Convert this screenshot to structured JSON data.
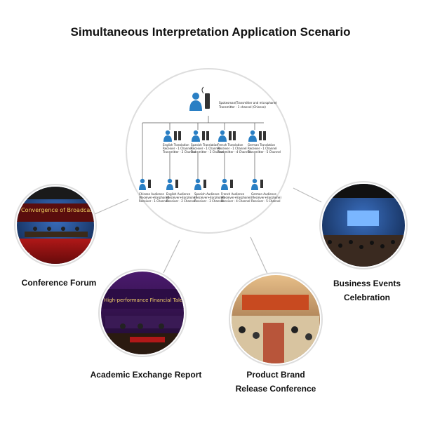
{
  "title": "Simultaneous Interpretation Application Scenario",
  "spokesman": {
    "line1": "Spokesman(Transmitter and microphone)",
    "line2": "Transmitter - 1 channel (Chinese)"
  },
  "translators": [
    {
      "line1": "English Translation",
      "line2": "Receiver - 1 Channel",
      "line3": "Transmitter - 2 Channel"
    },
    {
      "line1": "Spanish Translation",
      "line2": "Receiver - 1 Channel",
      "line3": "Transmitter - 3 Channel"
    },
    {
      "line1": "French Translation",
      "line2": "Receiver - 1 Channel",
      "line3": "Transmitter - 4 Channel"
    },
    {
      "line1": "German Translation",
      "line2": "Receiver - 1 Channel",
      "line3": "Transmitter - 5 Channel"
    }
  ],
  "audiences": [
    {
      "line1": "Chinese Audience",
      "line2": "(Receiver+Earphone)",
      "line3": "Receiver - 1 Channel"
    },
    {
      "line1": "English Audience",
      "line2": "(Receiver+Earphone)",
      "line3": "Receiver - 2 Channel"
    },
    {
      "line1": "Spanish Audience",
      "line2": "(Receiver+Earphone)",
      "line3": "Receiver - 3 Channel"
    },
    {
      "line1": "French Audience",
      "line2": "(Receiver+Earphone)",
      "line3": "Receiver - 4 Channel"
    },
    {
      "line1": "German Audience",
      "line2": "(Receiver+Earphone)",
      "line3": "Receiver - 5 Channel"
    }
  ],
  "scenarios": {
    "conference": {
      "line1": "Conference Forum"
    },
    "academic": {
      "line1": "Academic Exchange Report"
    },
    "product": {
      "line1": "Product Brand",
      "line2": "Release Conference"
    },
    "business": {
      "line1": "Business Events",
      "line2": "Celebration"
    }
  },
  "photo_text": {
    "conference_banner": "Convergence of Broadcasting, Internet and Telecom",
    "academic_banner": "High-performance Financial Talent Manage"
  },
  "colors": {
    "person": "#2a7fc4",
    "device": "#333333",
    "connector": "#bbbbbb",
    "circle_border": "#dddddd"
  }
}
